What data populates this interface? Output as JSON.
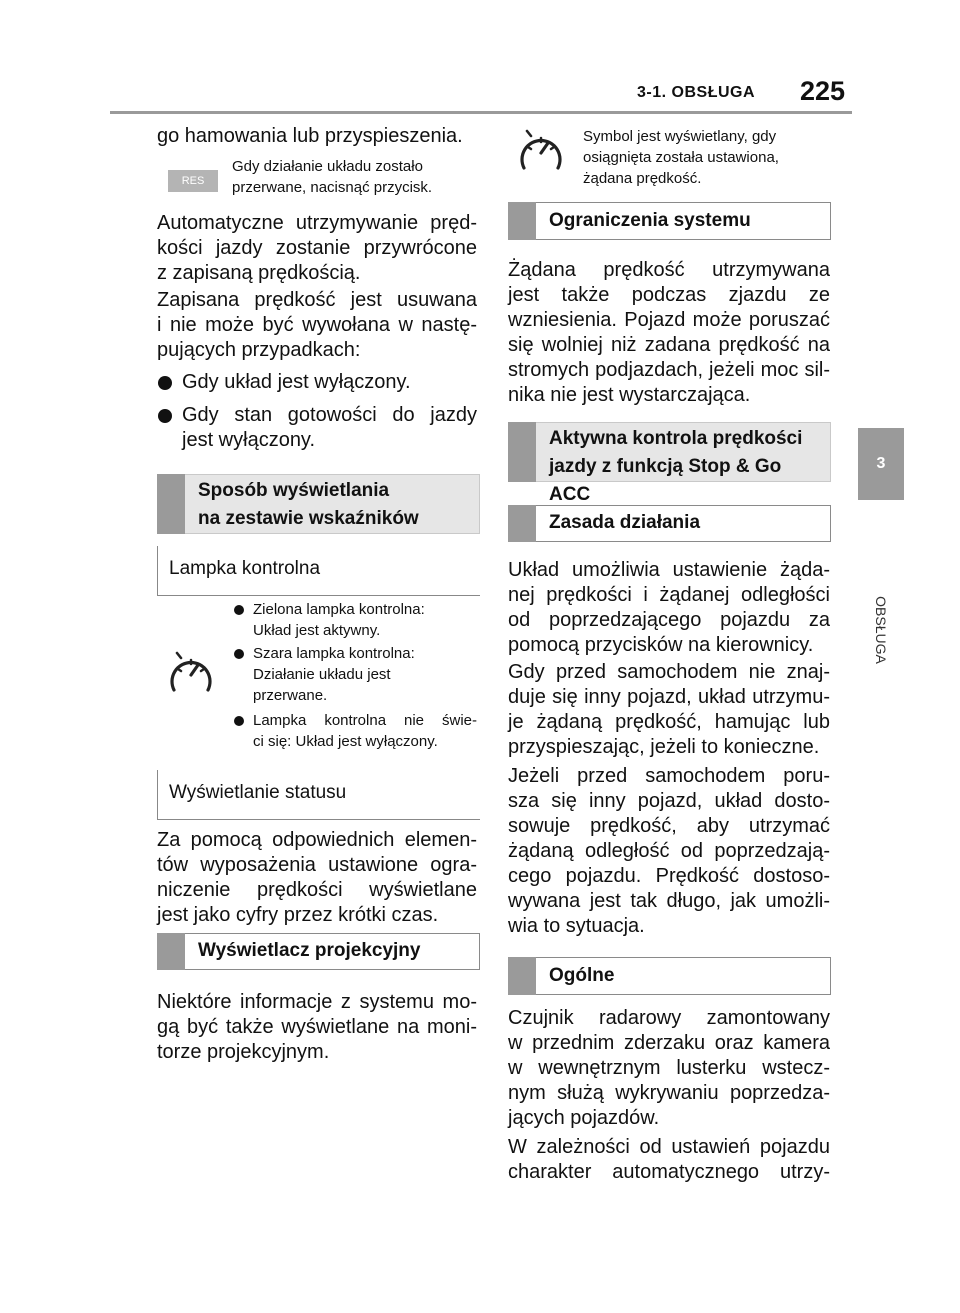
{
  "header": {
    "section": "3-1. OBSŁUGA",
    "page_number": "225"
  },
  "side_tab": {
    "chapter_number": "3",
    "chapter_label": "OBSŁUGA"
  },
  "left": {
    "intro_line": "go hamowania lub przyspieszenia.",
    "res_button_label": "RES",
    "res_note": [
      "Gdy działanie układu zostało",
      "przerwane, nacisnąć przycisk."
    ],
    "para1": [
      "Automatyczne utrzymywanie pręd-",
      "kości jazdy zostanie przywrócone",
      "z zapisaną prędkością."
    ],
    "para2": [
      "Zapisana prędkość jest usuwana",
      "i nie może być wywołana w nastę-",
      "pujących przypadkach:"
    ],
    "bullet1": "Gdy układ jest wyłączony.",
    "bullet2": [
      "Gdy stan gotowości do jazdy",
      "jest wyłączony."
    ],
    "section1": [
      "Sposób wyświetlania",
      "na zestawie wskaźników"
    ],
    "sub1": "Lampka kontrolna",
    "lamp_items": [
      [
        "Zielona lampka kontrolna:",
        "Układ jest aktywny."
      ],
      [
        "Szara lampka kontrolna:",
        "Działanie układu jest",
        "przerwane."
      ],
      [
        "Lampka kontrolna nie świe-",
        "ci się: Układ jest wyłączony."
      ]
    ],
    "sub2": "Wyświetlanie statusu",
    "para3": [
      "Za pomocą odpowiednich elemen-",
      "tów wyposażenia ustawione ogra-",
      "niczenie prędkości wyświetlane",
      "jest jako cyfry przez krótki czas."
    ],
    "section2": "Wyświetlacz projekcyjny",
    "para4": [
      "Niektóre informacje z systemu mo-",
      "gą być także wyświetlane na moni-",
      "torze projekcyjnym."
    ]
  },
  "right": {
    "symbol_note": [
      "Symbol jest wyświetlany, gdy",
      "osiągnięta została ustawiona,",
      "żądana prędkość."
    ],
    "section3": "Ograniczenia systemu",
    "para5": [
      "Żądana prędkość utrzymywana",
      "jest także podczas zjazdu ze",
      "wzniesienia. Pojazd może poruszać",
      "się wolniej niż zadana prędkość na",
      "stromych podjazdach, jeżeli moc sil-",
      "nika nie jest wystarczająca."
    ],
    "section4": [
      "Aktywna kontrola prędkości",
      "jazdy z funkcją Stop & Go ACC"
    ],
    "section5": "Zasada działania",
    "para6": [
      "Układ umożliwia ustawienie żąda-",
      "nej prędkości i żądanej odległości",
      "od poprzedzającego pojazdu za",
      "pomocą przycisków na kierownicy."
    ],
    "para7": [
      "Gdy przed samochodem nie znaj-",
      "duje się inny pojazd, układ utrzymu-",
      "je żądaną prędkość, hamując lub",
      "przyspieszając, jeżeli to konieczne."
    ],
    "para8": [
      "Jeżeli przed samochodem poru-",
      "sza się inny pojazd, układ dosto-",
      "sowuje prędkość, aby utrzymać",
      "żądaną odległość od poprzedzają-",
      "cego pojazdu. Prędkość dostoso-",
      "wywana jest tak długo, jak umożli-",
      "wia to sytuacja."
    ],
    "section6": "Ogólne",
    "para9": [
      "Czujnik radarowy zamontowany",
      "w przednim zderzaku oraz kamera",
      "w wewnętrznym lusterku wstecz-",
      "nym służą wykrywaniu poprzedza-",
      "jących pojazdów."
    ],
    "para10": [
      "W zależności od ustawień pojazdu",
      "charakter automatycznego utrzy-"
    ]
  },
  "icons": {
    "speed_lamp": "cruise-control-speedometer-icon"
  }
}
